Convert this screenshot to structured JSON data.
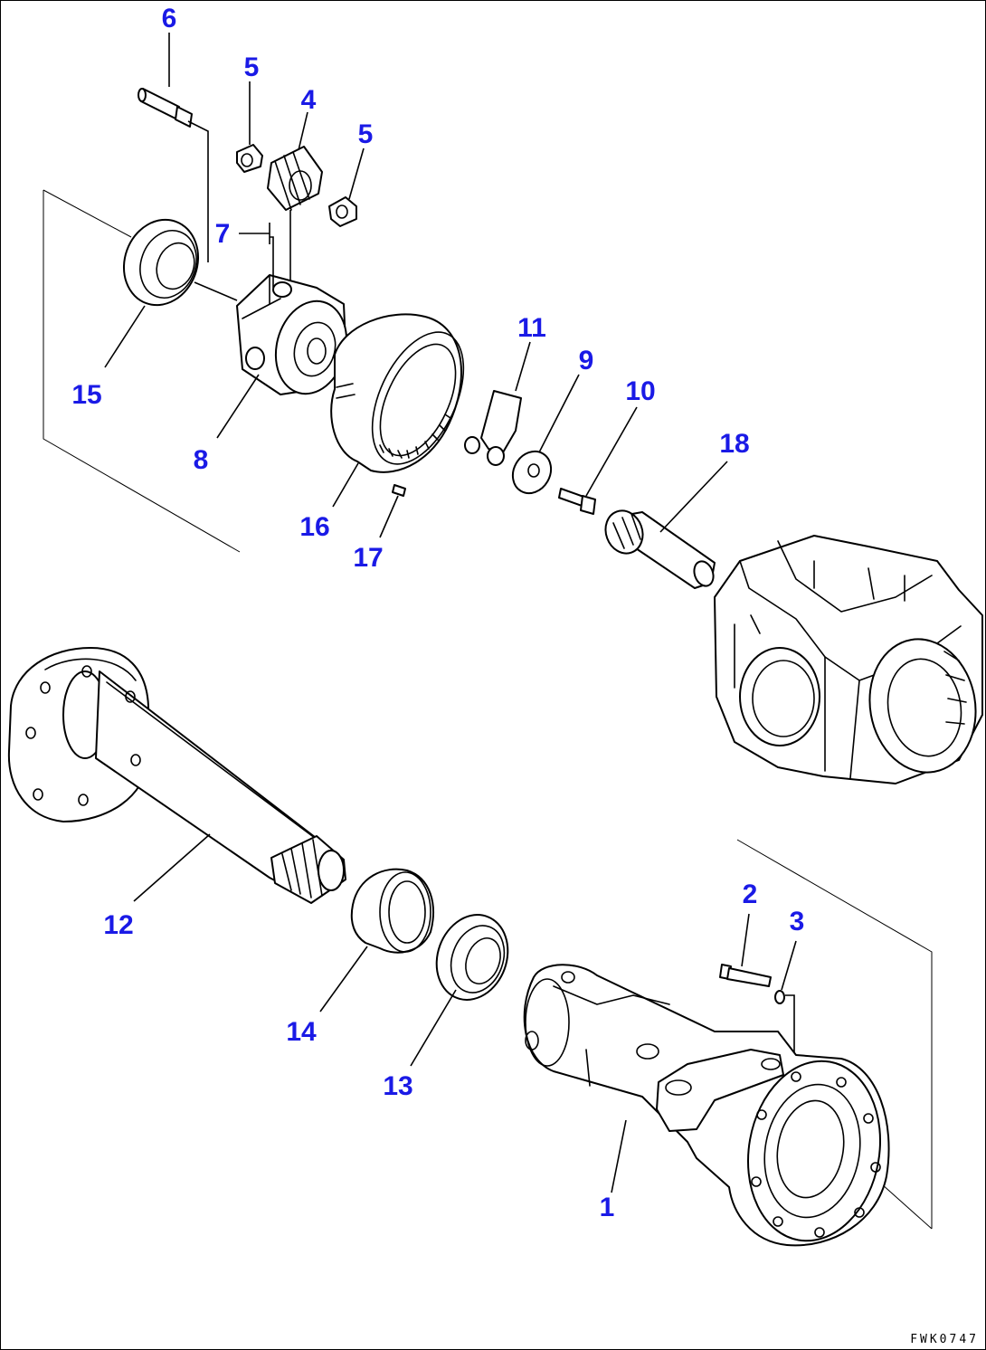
{
  "diagram": {
    "callouts": {
      "c1": "1",
      "c2": "2",
      "c3": "3",
      "c4": "4",
      "c5a": "5",
      "c5b": "5",
      "c6": "6",
      "c7": "7",
      "c8": "8",
      "c9": "9",
      "c10": "10",
      "c11": "11",
      "c12": "12",
      "c13": "13",
      "c14": "14",
      "c15": "15",
      "c16": "16",
      "c17": "17",
      "c18": "18"
    },
    "reference_code": "FWK0747",
    "colors": {
      "callout": "#1a1ae6",
      "line": "#000000",
      "background": "#ffffff"
    }
  }
}
